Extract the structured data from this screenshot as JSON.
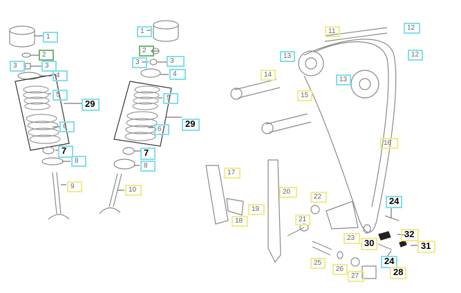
{
  "diagram": {
    "title": "Valve train and cam chain exploded view",
    "callouts_left_valve": [
      "1",
      "2",
      "3",
      "3",
      "4",
      "5",
      "29",
      "6",
      "7",
      "8",
      "9"
    ],
    "callouts_right_valve": [
      "1",
      "2",
      "3",
      "3",
      "4",
      "5",
      "29",
      "6",
      "7",
      "8",
      "10"
    ],
    "callouts_cam_chain": [
      "11",
      "12",
      "13",
      "12",
      "14",
      "13",
      "15",
      "16",
      "17",
      "20",
      "22",
      "24",
      "19",
      "18",
      "21",
      "32",
      "23",
      "30",
      "31",
      "24",
      "25",
      "26",
      "28",
      "27"
    ],
    "colors": {
      "cyan_box": "#7fe0ea",
      "yellow_box": "#f3ea8a",
      "green_box": "#74b374"
    }
  }
}
